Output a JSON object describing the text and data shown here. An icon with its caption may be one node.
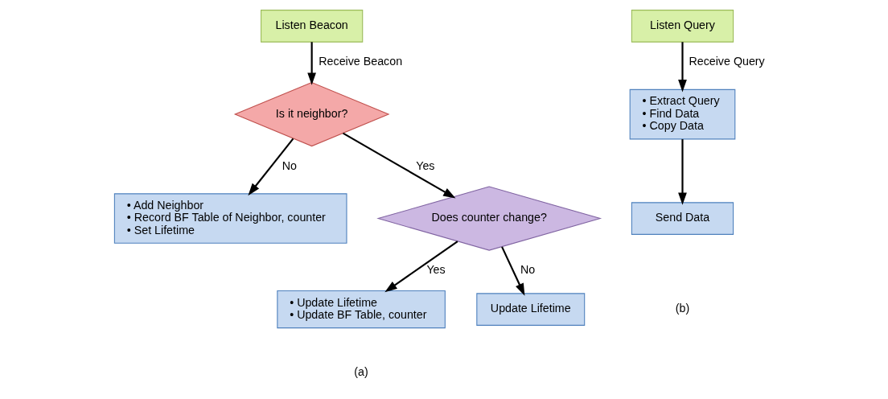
{
  "diagram": {
    "nodes": [
      {
        "text": [
          "Listen Beacon"
        ]
      },
      {
        "text": [
          "Is it neighbor?"
        ]
      },
      {
        "text": [
          "• Add Neighbor",
          "• Record BF Table of Neighbor, counter",
          "• Set Lifetime"
        ]
      },
      {
        "text": [
          "Does counter change?"
        ]
      },
      {
        "text": [
          "• Update Lifetime",
          "• Update BF Table, counter"
        ]
      },
      {
        "text": [
          "Update Lifetime"
        ]
      },
      {
        "text": [
          "Listen Query"
        ]
      },
      {
        "text": [
          "• Extract Query",
          "• Find Data",
          "• Copy Data"
        ]
      },
      {
        "text": [
          "Send Data"
        ]
      }
    ],
    "edges": [
      {
        "from": 0,
        "to": 1,
        "arrow": "to",
        "label": "Receive Beacon"
      },
      {
        "from": 1,
        "to": 2,
        "arrow": "to",
        "label": "No"
      },
      {
        "from": 1,
        "to": 3,
        "arrow": "to",
        "label": "Yes"
      },
      {
        "from": 3,
        "to": 4,
        "arrow": "to",
        "label": "Yes"
      },
      {
        "from": 3,
        "to": 5,
        "arrow": "to",
        "label": "No"
      },
      {
        "from": 6,
        "to": 7,
        "arrow": "to",
        "label": "Receive Query"
      },
      {
        "from": 7,
        "to": 8,
        "arrow": "to"
      }
    ],
    "labels": [
      "(a)",
      "(b)"
    ]
  }
}
